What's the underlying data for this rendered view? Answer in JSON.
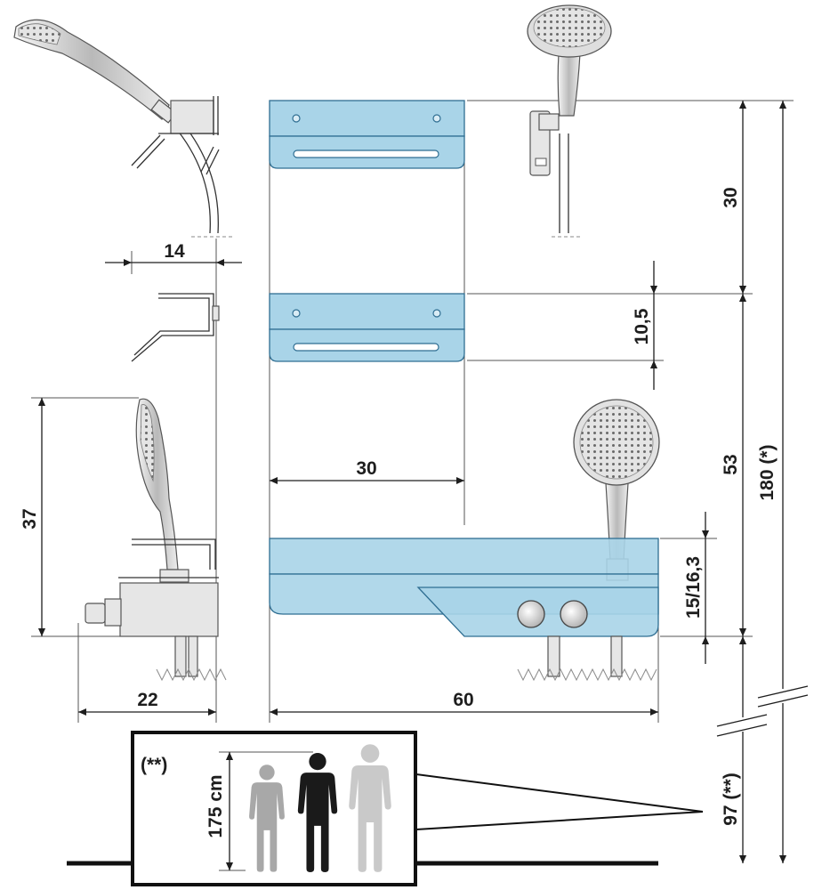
{
  "dimensions": {
    "holder_depth": "14",
    "unit_side_height": "37",
    "unit_side_depth": "22",
    "shelf_width": "30",
    "overall_width": "60",
    "shelf_spacing": "30",
    "shelf_height": "10,5",
    "shelf_to_unit": "53",
    "unit_front_height": "15/16,3",
    "total_height": "180 (*)",
    "unit_floor_height": "97 (**)"
  },
  "inset": {
    "note": "(**)",
    "person_height": "175 cm"
  },
  "colors": {
    "glass": "#a9d4e8",
    "glass_stroke": "#2f6e92",
    "line": "#333333",
    "figure_dark": "#1a1a1a",
    "figure_grey": "#a8a8a8",
    "figure_light": "#c9c9c9"
  }
}
